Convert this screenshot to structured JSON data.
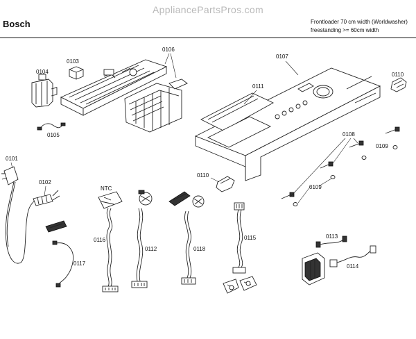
{
  "header": {
    "watermark": "AppliancePartsPros.com",
    "brand": "Bosch",
    "description_line1": "Frontloader 70 cm width (Worldwasher)",
    "description_line2": "freestanding >= 60cm width"
  },
  "parts": {
    "p0101": "0101",
    "p0102": "0102",
    "p0103": "0103",
    "p0104": "0104",
    "p0105": "0105",
    "p0106": "0106",
    "p0107": "0107",
    "p0108": "0108",
    "p0109a": "0109",
    "p0109b": "0109",
    "p0110a": "0110",
    "p0110b": "0110",
    "p0111": "0111",
    "p0112": "0112",
    "p0113": "0113",
    "p0114": "0114",
    "p0115": "0115",
    "p0116": "0116",
    "p0117": "0117",
    "p0118": "0118",
    "ntc": "NTC"
  }
}
